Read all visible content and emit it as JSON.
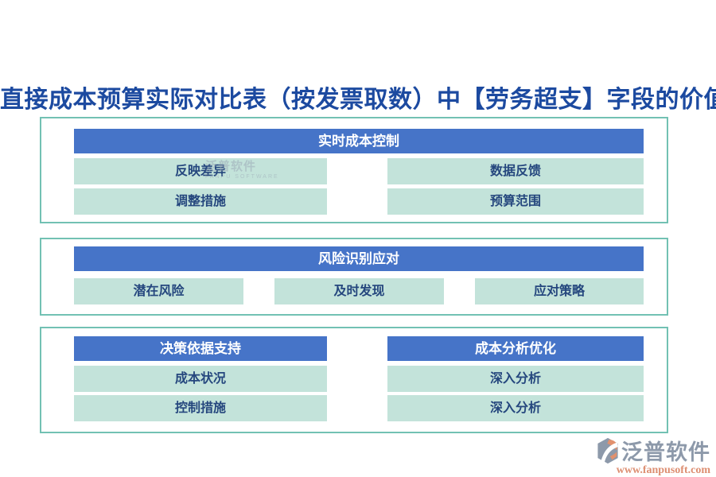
{
  "title": "直接成本预算实际对比表（按发票取数）中【劳务超支】字段的价值",
  "colors": {
    "title_text": "#1c4aa0",
    "section_header_bg": "#4674c8",
    "section_header_text": "#ffffff",
    "item_bg": "#c3e3da",
    "item_text": "#25477e",
    "panel_border": "#72c1b3",
    "logo_gray": "#8d99aa",
    "logo_salmon": "#e2916e",
    "logo_url_text": "#dd8e71"
  },
  "sections": [
    {
      "header": "实时成本控制",
      "items": [
        "反映差异",
        "数据反馈",
        "调整措施",
        "预算范围"
      ]
    },
    {
      "header": "风险识别应对",
      "items": [
        "潜在风险",
        "及时发现",
        "应对策略"
      ]
    },
    {
      "groups": [
        {
          "header": "决策依据支持",
          "items": [
            "成本状况",
            "控制措施"
          ]
        },
        {
          "header": "成本分析优化",
          "items": [
            "深入分析",
            "深入分析"
          ]
        }
      ]
    }
  ],
  "watermark": {
    "cn": "泛普软件",
    "en": "FANPU SOFTWARE"
  },
  "logo": {
    "name": "泛普软件",
    "url": "www.fanpusoft.com"
  }
}
